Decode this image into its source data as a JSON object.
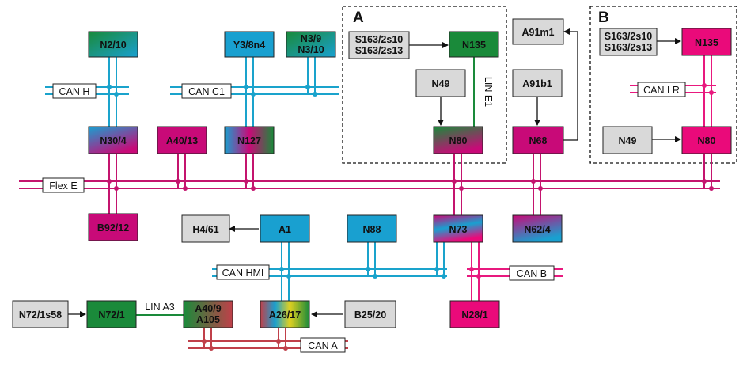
{
  "colors": {
    "can_blue": "#1aa3cc",
    "flex_magenta": "#c4146e",
    "can_pink": "#e8197e",
    "lin_green": "#1a8a3a",
    "can_a_red": "#c0404a",
    "box_blue": "#19a0d0",
    "box_magenta": "#c80a78",
    "box_green": "#1a8a3a",
    "box_gray": "#d9d9d9",
    "box_pink": "#ea0a7a"
  },
  "sections": {
    "a": "A",
    "b": "B"
  },
  "buses": {
    "can_h": "CAN H",
    "can_c1": "CAN C1",
    "flex_e": "Flex E",
    "can_hmi": "CAN HMI",
    "can_b": "CAN B",
    "can_a": "CAN A",
    "can_lr": "CAN LR",
    "lin_e1": "LIN E1",
    "lin_a3": "LIN A3"
  },
  "nodes": {
    "n2_10": "N2/10",
    "y3_8n4": "Y3/8n4",
    "n3_9": "N3/9",
    "n3_10": "N3/10",
    "n30_4": "N30/4",
    "a40_13": "A40/13",
    "n127": "N127",
    "b92_12": "B92/12",
    "h4_61": "H4/61",
    "a1": "A1",
    "n88": "N88",
    "n73": "N73",
    "n62_4": "N62/4",
    "n28_1": "N28/1",
    "n72_1s58": "N72/1s58",
    "n72_1": "N72/1",
    "a40_9": "A40/9",
    "a105": "A105",
    "a26_17": "A26/17",
    "b25_20": "B25/20",
    "a_s163_2s10": "S163/2s10",
    "a_s163_2s13": "S163/2s13",
    "a_n135": "N135",
    "a_n49": "N49",
    "a_n80": "N80",
    "a91m1": "A91m1",
    "a91b1": "A91b1",
    "n68": "N68",
    "b_s163_2s10": "S163/2s10",
    "b_s163_2s13": "S163/2s13",
    "b_n135": "N135",
    "b_n49": "N49",
    "b_n80": "N80"
  }
}
